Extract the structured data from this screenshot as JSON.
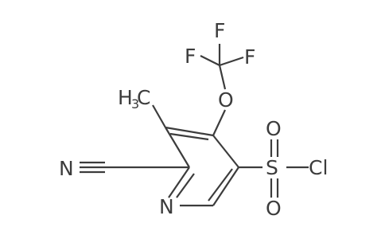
{
  "colors": {
    "bond": "#3c3c3c",
    "text": "#3c3c3c",
    "background": "#ffffff"
  },
  "atoms": {
    "fluorine_top": "F",
    "fluorine_left": "F",
    "fluorine_right": "F",
    "oxygen": "O",
    "methyl_main": "H",
    "methyl_sub": "3",
    "methyl_tail": "C",
    "nitrile_nitrogen": "N",
    "ring_nitrogen": "N",
    "sulfur": "S",
    "sulfonyl_oxygen_top": "O",
    "sulfonyl_oxygen_bottom": "O",
    "chlorine": "Cl"
  }
}
